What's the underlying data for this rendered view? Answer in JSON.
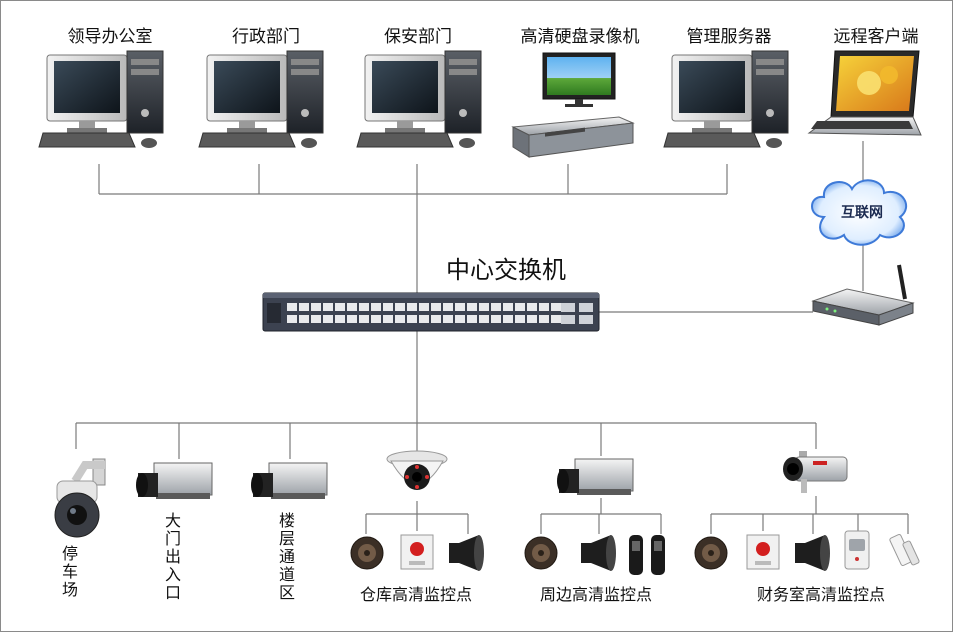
{
  "diagram": {
    "switch_label": "中心交换机",
    "internet_label": "互联网",
    "top_nodes": [
      {
        "label": "领导办公室",
        "kind": "desktop"
      },
      {
        "label": "行政部门",
        "kind": "desktop"
      },
      {
        "label": "保安部门",
        "kind": "desktop"
      },
      {
        "label": "高清硬盘录像机",
        "kind": "nvr"
      },
      {
        "label": "管理服务器",
        "kind": "desktop"
      },
      {
        "label": "远程客户端",
        "kind": "laptop"
      }
    ],
    "cameras": [
      {
        "label": "停车场",
        "kind": "ptz-dome"
      },
      {
        "label": "大门出入口",
        "kind": "box-camera"
      },
      {
        "label": "楼层通道区",
        "kind": "box-camera"
      }
    ],
    "zones": [
      {
        "label": "仓库高清监控点",
        "camera": "dome-camera",
        "devices": [
          "speaker",
          "alarm-button",
          "siren"
        ]
      },
      {
        "label": "周边高清监控点",
        "camera": "box-camera",
        "devices": [
          "speaker",
          "siren",
          "beam-detector"
        ]
      },
      {
        "label": "财务室高清监控点",
        "camera": "bullet-camera",
        "devices": [
          "speaker",
          "alarm-button",
          "siren",
          "pir-detector",
          "door-sensor"
        ]
      }
    ]
  },
  "colors": {
    "wire": "#7a7a7a",
    "monitor_screen": "#1c2630",
    "switch_body": "#3c4250",
    "cloud": "#2f6fd0"
  }
}
